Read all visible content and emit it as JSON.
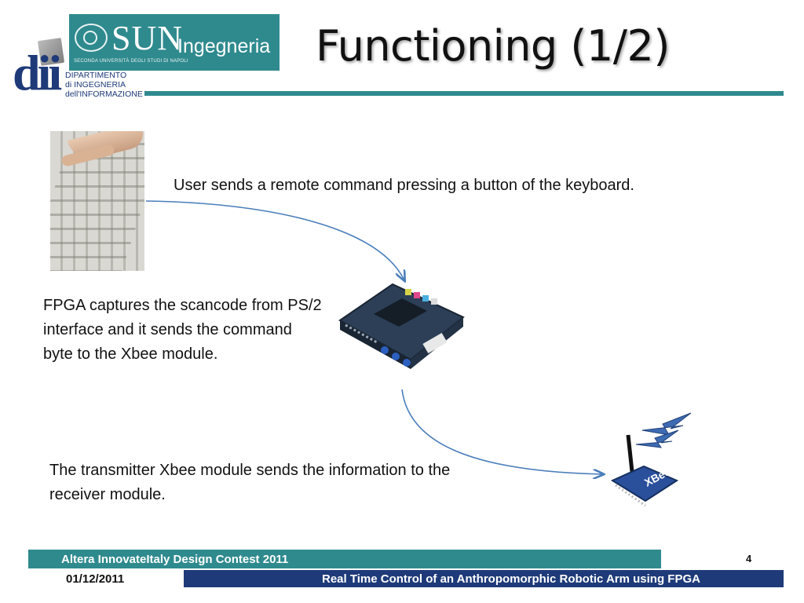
{
  "logos": {
    "sun": {
      "text": "SUN",
      "suffix": "Ingegneria",
      "small": "SECONDA UNIVERSITÀ DEGLI STUDI DI NAPOLI"
    },
    "dii": {
      "mark": "dii",
      "lines": [
        "DIPARTIMENTO",
        "di INGEGNERIA",
        "dell'INFORMAZIONE"
      ]
    }
  },
  "title": "Functioning (1/2)",
  "steps": [
    {
      "text": "User sends a remote command pressing a button of the keyboard."
    },
    {
      "text": "FPGA captures the scancode from PS/2 interface and it sends the command byte to the Xbee module."
    },
    {
      "text": "The transmitter Xbee module sends the information to the receiver module."
    }
  ],
  "images": {
    "keyboard": "keyboard photo",
    "board": "fpga board",
    "xbee": "xbee module"
  },
  "footer": {
    "event": "Altera InnovateItaly Design Contest 2011",
    "page": "4",
    "date": "01/12/2011",
    "project": "Real Time Control of an Anthropomorphic Robotic Arm using FPGA"
  },
  "colors": {
    "teal": "#2f8a8e",
    "navy": "#1e3a78",
    "arrow": "#4a7ebb"
  }
}
